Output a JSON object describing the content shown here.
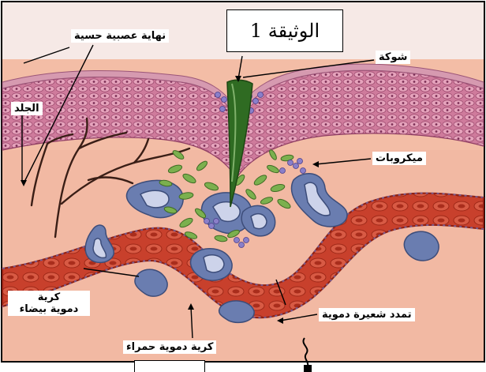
{
  "title": "الوثيقة 1",
  "labels": {
    "nerve_ending": "نهاية عصبية حسية",
    "skin": "الجلد",
    "thorn": "شوكة",
    "microbes": "ميكروبات",
    "white_cell_line1": "كرية",
    "white_cell_line2": "دموية بيضاء",
    "capillary_dilation": "تمدد شعيرة دموية",
    "red_cell": "كرية دموية حمراء"
  },
  "colors": {
    "skin_surface": "#c9839a",
    "epidermis_cells": "#b35e82",
    "dermis": "#f3bda6",
    "capillary": "#c43b28",
    "red_cell": "#b8311f",
    "white_cell": "#5c6f9e",
    "bacteria": "#7bb04e",
    "thorn": "#2e6a22",
    "nerve": "#3a1e16"
  }
}
